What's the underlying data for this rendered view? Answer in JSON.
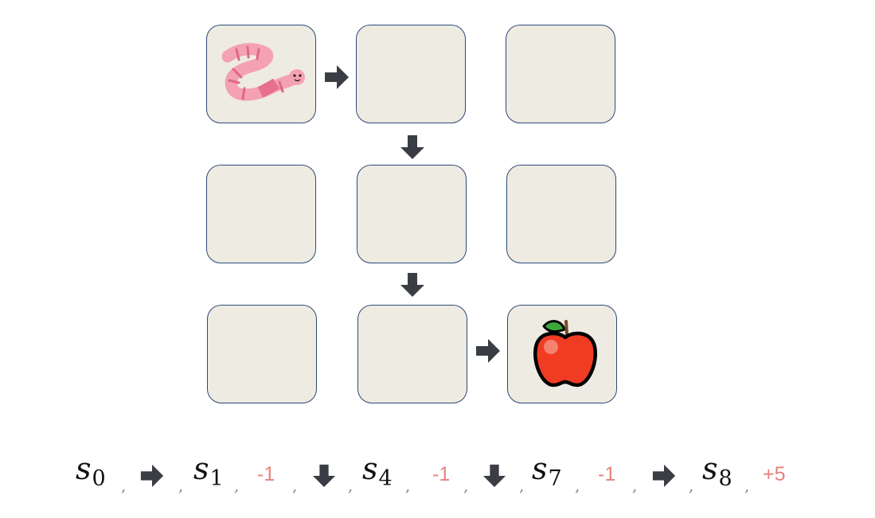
{
  "grid": {
    "rows": 3,
    "cols": 3,
    "agent": {
      "emoji": "worm",
      "cell": 0
    },
    "goal": {
      "emoji": "apple",
      "cell": 8
    },
    "path_moves": [
      "right",
      "down",
      "down",
      "right"
    ]
  },
  "trajectory": {
    "steps": [
      {
        "state": "s",
        "sub": "0"
      },
      {
        "action": "right",
        "state": "s",
        "sub": "1",
        "reward": "-1"
      },
      {
        "action": "down",
        "state": "s",
        "sub": "4",
        "reward": "-1"
      },
      {
        "action": "down",
        "state": "s",
        "sub": "7",
        "reward": "-1"
      },
      {
        "action": "right",
        "state": "s",
        "sub": "8",
        "reward": "+5"
      }
    ],
    "comma": ","
  },
  "colors": {
    "cell_fill": "#eeebe2",
    "cell_border": "#2c4a78",
    "arrow": "#3a3e44",
    "reward": "#e8837c",
    "comma": "#8a8a8a"
  }
}
